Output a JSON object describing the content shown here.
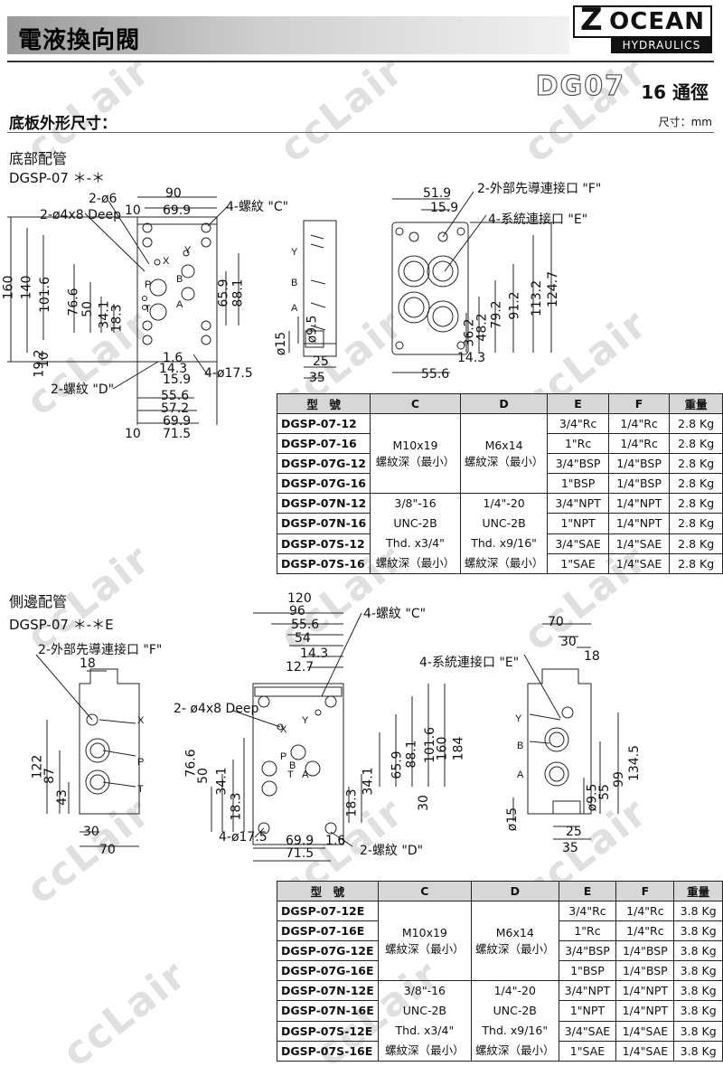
{
  "header": {
    "title": "電液換向閥",
    "logo_main": "OCEAN",
    "logo_sub": "HYDRAULICS",
    "model": "DG07",
    "model_sub": "16 通徑"
  },
  "section_title": "底板外形尺寸：",
  "unit": "尺寸：mm",
  "bottom": {
    "heading": "底部配管",
    "code": "DGSP-07 ＊-＊",
    "labels": {
      "hole6": "2-ø6",
      "deep": "2-ø4x8 Deep",
      "screw_c": "4-螺紋 \"C\"",
      "pilot_f": "2-外部先導連接口 \"F\"",
      "sys_e": "4-系統連接口 \"E\"",
      "hole175": "4-ø17.5",
      "screw_d": "2-螺紋 \"D\""
    },
    "dims": [
      "90",
      "69.9",
      "10",
      "160",
      "140",
      "101.6",
      "76.6",
      "50",
      "34.1",
      "18.3",
      "19.2",
      "10",
      "1.6",
      "14.3",
      "15.9",
      "55.6",
      "57.2",
      "69.9",
      "71.5",
      "10",
      "65.9",
      "88.1",
      "51.9",
      "15.9",
      "124.7",
      "113.2",
      "91.2",
      "79.2",
      "48.2",
      "36.2",
      "14.3",
      "55.6",
      "ø15",
      "ø9.5",
      "25",
      "35"
    ],
    "ports": [
      "X",
      "Y",
      "P",
      "B",
      "T",
      "A"
    ]
  },
  "bottom_table": {
    "headers": [
      "型　號",
      "C",
      "D",
      "E",
      "F",
      "重量"
    ],
    "models": [
      "DGSP-07-12",
      "DGSP-07-16",
      "DGSP-07G-12",
      "DGSP-07G-16",
      "DGSP-07N-12",
      "DGSP-07N-16",
      "DGSP-07S-12",
      "DGSP-07S-16"
    ],
    "c_metric": [
      "M10x19",
      "螺紋深（最小）"
    ],
    "d_metric": [
      "M6x14",
      "螺紋深（最小）"
    ],
    "c_unc": [
      "3/8\"-16",
      "UNC-2B",
      "Thd. x3/4\"",
      "螺紋深（最小）"
    ],
    "d_unc": [
      "1/4\"-20",
      "UNC-2B",
      "Thd. x9/16\"",
      "螺紋深（最小）"
    ],
    "e": [
      "3/4\"Rc",
      "1\"Rc",
      "3/4\"BSP",
      "1\"BSP",
      "3/4\"NPT",
      "1\"NPT",
      "3/4\"SAE",
      "1\"SAE"
    ],
    "f": [
      "1/4\"Rc",
      "1/4\"Rc",
      "1/4\"BSP",
      "1/4\"BSP",
      "1/4\"NPT",
      "1/4\"NPT",
      "1/4\"SAE",
      "1/4\"SAE"
    ],
    "w": [
      "2.8 Kg",
      "2.8 Kg",
      "2.8 Kg",
      "2.8 Kg",
      "2.8 Kg",
      "2.8 Kg",
      "2.8 Kg",
      "2.8 Kg"
    ]
  },
  "side": {
    "heading": "側邊配管",
    "code": "DGSP-07 ＊-＊E",
    "labels": {
      "pilot_f": "2-外部先導連接口 \"F\"",
      "deep": "2- ø4x8 Deep",
      "screw_c": "4-螺紋 \"C\"",
      "sys_e": "4-系統連接口 \"E\"",
      "hole175": "4-ø17.5",
      "screw_d": "2-螺紋 \"D\""
    },
    "dims": [
      "18",
      "122",
      "87",
      "43",
      "30",
      "70",
      "120",
      "96",
      "55.6",
      "54",
      "14.3",
      "12.7",
      "76.6",
      "50",
      "34.1",
      "18.3",
      "65.9",
      "88.1",
      "101.6",
      "160",
      "184",
      "34.1",
      "18.3",
      "30",
      "69.9",
      "71.5",
      "1.6",
      "70",
      "30",
      "18",
      "134.5",
      "99",
      "55",
      "ø9.5",
      "ø15",
      "25",
      "35"
    ]
  },
  "side_table": {
    "headers": [
      "型　號",
      "C",
      "D",
      "E",
      "F",
      "重量"
    ],
    "models": [
      "DGSP-07-12E",
      "DGSP-07-16E",
      "DGSP-07G-12E",
      "DGSP-07G-16E",
      "DGSP-07N-12E",
      "DGSP-07N-16E",
      "DGSP-07S-12E",
      "DGSP-07S-16E"
    ],
    "e": [
      "3/4\"Rc",
      "1\"Rc",
      "3/4\"BSP",
      "1\"BSP",
      "3/4\"NPT",
      "1\"NPT",
      "3/4\"SAE",
      "1\"SAE"
    ],
    "f": [
      "1/4\"Rc",
      "1/4\"Rc",
      "1/4\"BSP",
      "1/4\"BSP",
      "1/4\"NPT",
      "1/4\"NPT",
      "1/4\"SAE",
      "1/4\"SAE"
    ],
    "w": [
      "3.8 Kg",
      "3.8 Kg",
      "3.8 Kg",
      "3.8 Kg",
      "3.8 Kg",
      "3.8 Kg",
      "3.8 Kg",
      "3.8 Kg"
    ]
  },
  "watermark": "ccLair"
}
